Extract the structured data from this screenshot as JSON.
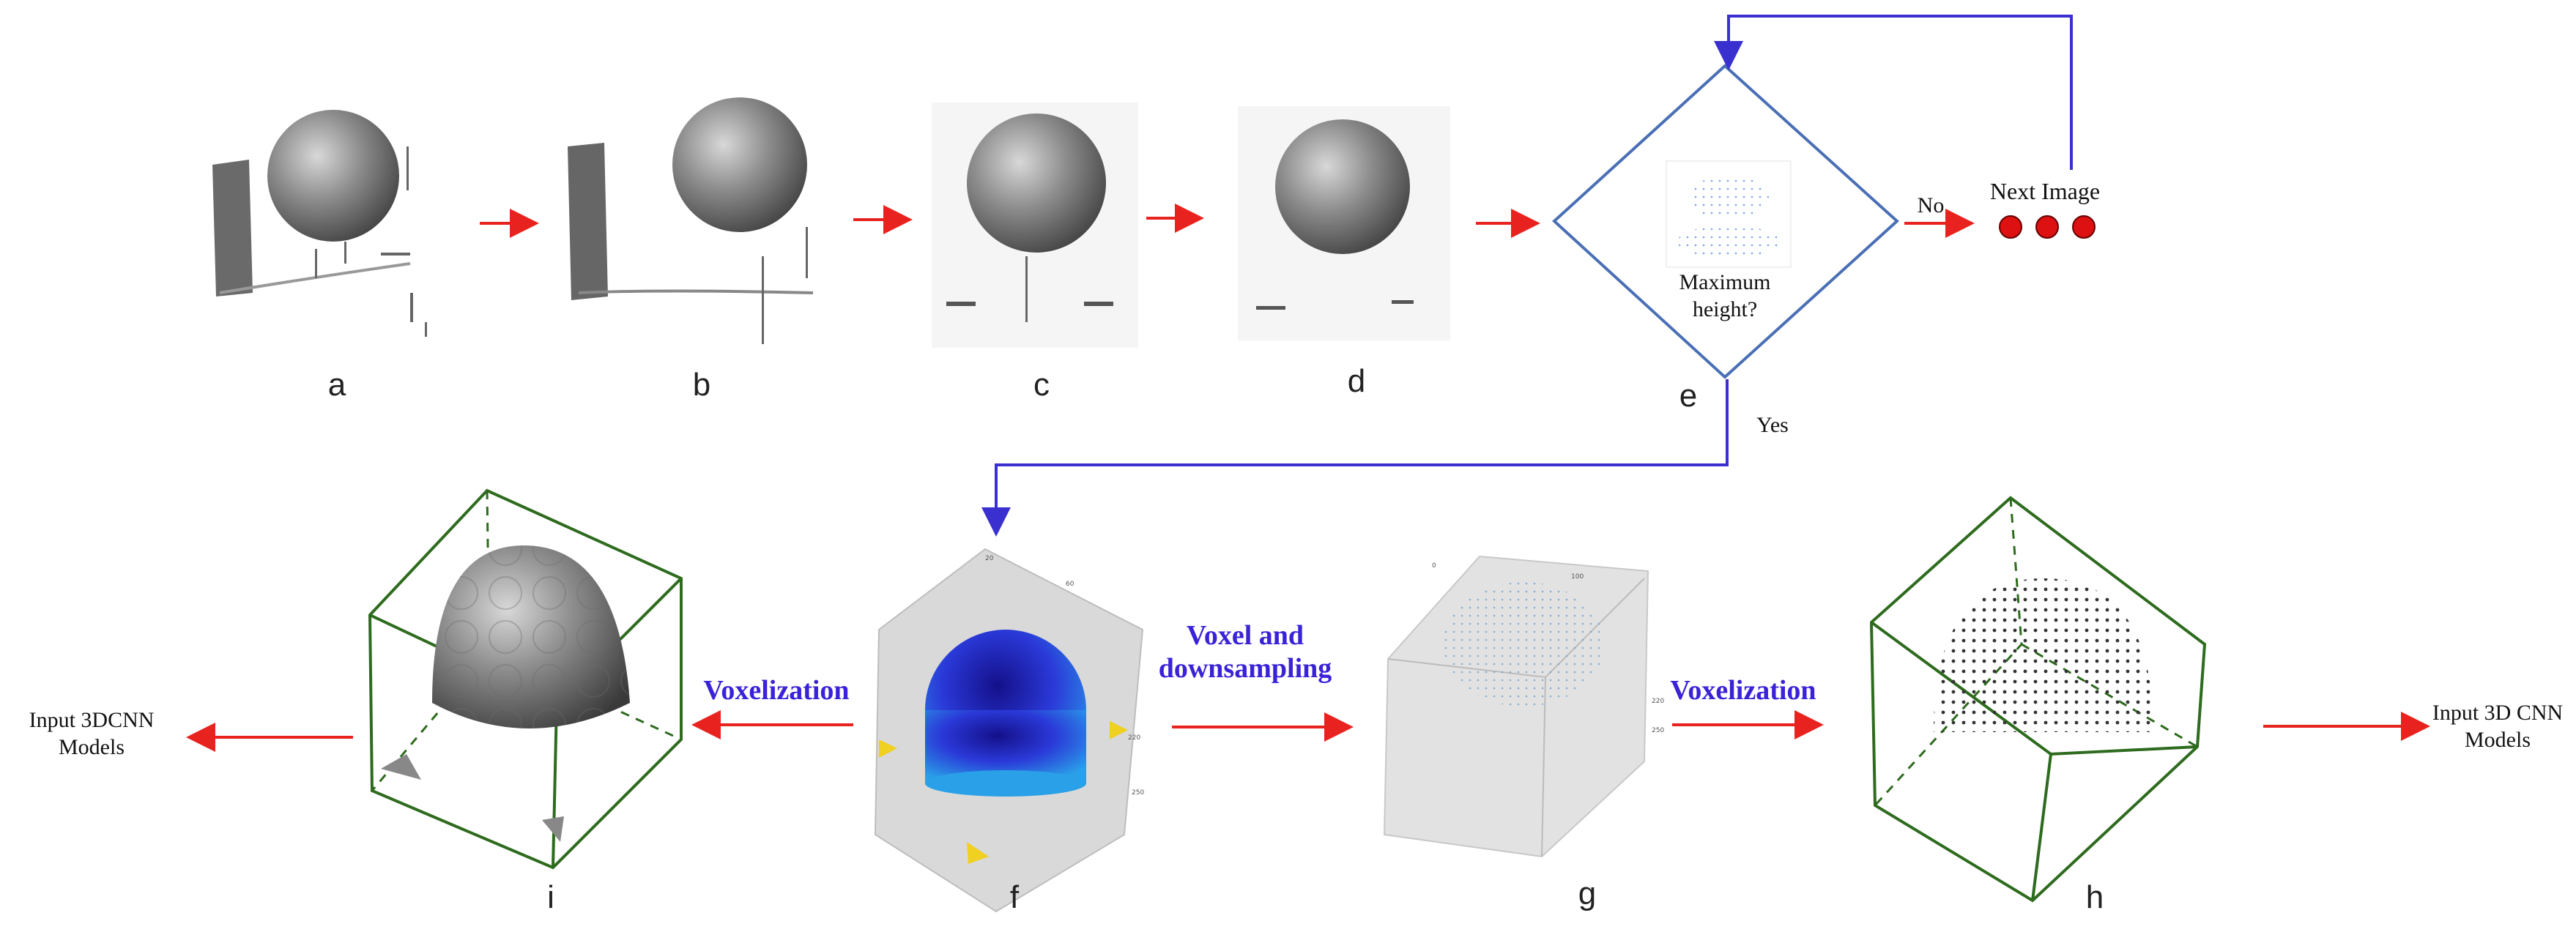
{
  "panels": {
    "a": "a",
    "b": "b",
    "c": "c",
    "d": "d",
    "e": "e",
    "f": "f",
    "g": "g",
    "h": "h",
    "i": "i"
  },
  "decision": {
    "question_line1": "Maximum",
    "question_line2": "height?",
    "no_label": "No",
    "yes_label": "Yes",
    "next_image": "Next Image"
  },
  "operations": {
    "voxel_downsampling_line1": "Voxel and",
    "voxel_downsampling_line2": "downsampling",
    "voxelization_left": "Voxelization",
    "voxelization_right": "Voxelization"
  },
  "outputs": {
    "left_line1": "Input 3DCNN",
    "left_line2": "Models",
    "right_line1": "Input 3D CNN",
    "right_line2": "Models"
  },
  "colors": {
    "arrow_red": "#e8231f",
    "flow_blue": "#3a30d0",
    "diamond_blue": "#4a6fb5",
    "box_green": "#2e6b1e",
    "label_blue": "#3a22d8",
    "dot_red": "#dd1111"
  }
}
